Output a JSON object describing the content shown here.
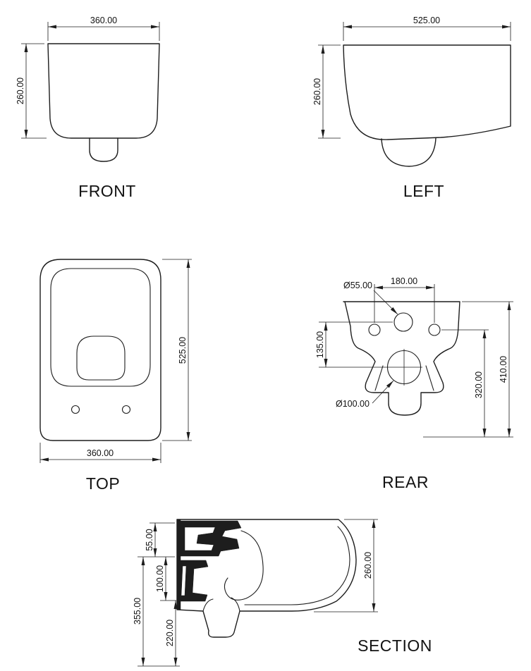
{
  "drawing": {
    "colors": {
      "line": "#1d1d1d",
      "background": "#ffffff"
    },
    "views": {
      "front": {
        "label": "FRONT",
        "dim_width": "360.00",
        "dim_height": "260.00"
      },
      "left": {
        "label": "LEFT",
        "dim_depth": "525.00",
        "dim_height": "260.00"
      },
      "top": {
        "label": "TOP",
        "dim_depth": "525.00",
        "dim_width": "360.00"
      },
      "rear": {
        "label": "REAR",
        "dim_inlet_diameter": "Ø55.00",
        "dim_bolt_spacing": "180.00",
        "dim_inlet_drop": "135.00",
        "dim_outlet_diameter": "Ø100.00",
        "dim_outlet_height": "320.00",
        "dim_overall_height": "410.00"
      },
      "section": {
        "label": "SECTION",
        "dim_rim_depth": "55.00",
        "dim_inlet_depth": "100.00",
        "dim_lower_depth": "220.00",
        "dim_overall_depth": "355.00",
        "dim_height": "260.00"
      }
    }
  }
}
